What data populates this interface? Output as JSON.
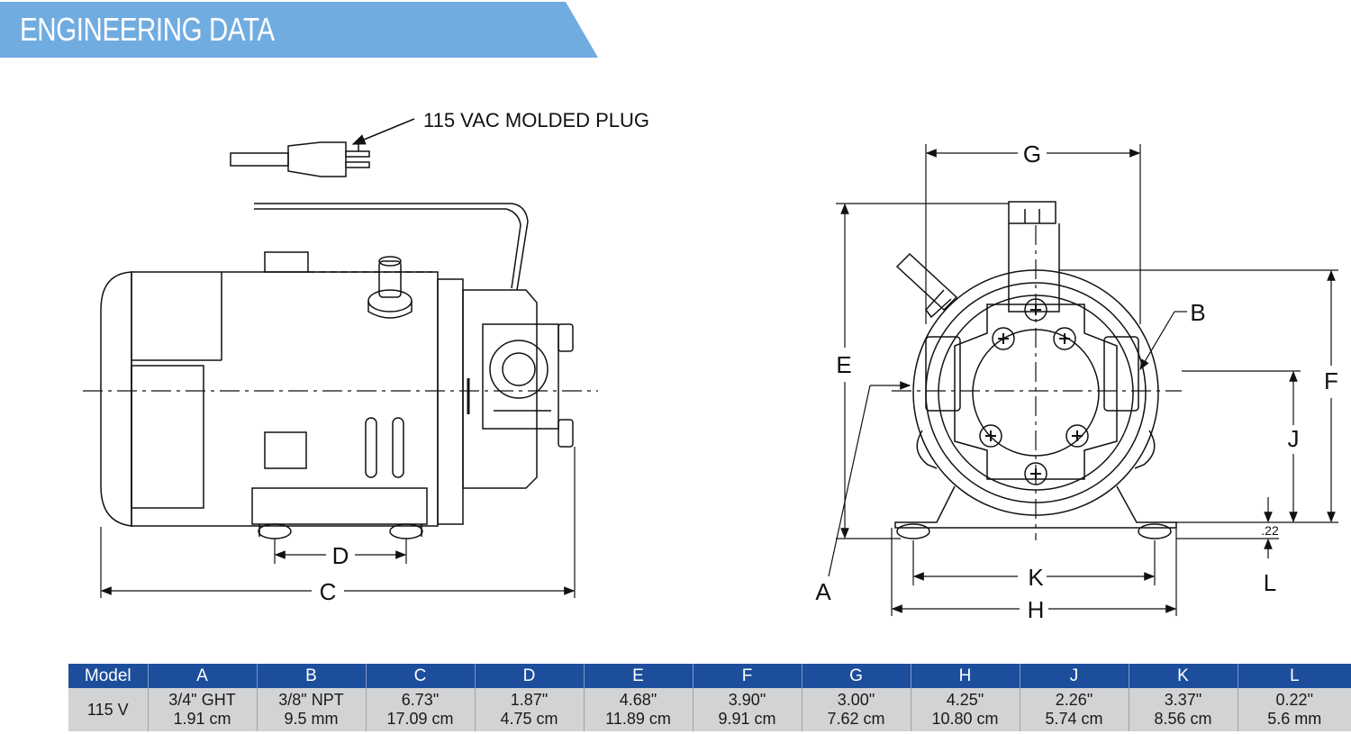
{
  "header": {
    "title": "ENGINEERING DATA"
  },
  "diagram": {
    "plug_label": "115 VAC MOLDED PLUG",
    "side_view_labels": [
      "D",
      "C"
    ],
    "front_view_labels": [
      "G",
      "E",
      "B",
      "F",
      "J",
      "A",
      "K",
      "H",
      "L",
      ".22"
    ]
  },
  "table": {
    "headers": [
      "Model",
      "A",
      "B",
      "C",
      "D",
      "E",
      "F",
      "G",
      "H",
      "J",
      "K",
      "L"
    ],
    "rows": [
      {
        "model": "115 V",
        "cells": [
          [
            "3/4\" GHT",
            "1.91 cm"
          ],
          [
            "3/8\" NPT",
            "9.5 mm"
          ],
          [
            "6.73\"",
            "17.09 cm"
          ],
          [
            "1.87\"",
            "4.75 cm"
          ],
          [
            "4.68\"",
            "11.89 cm"
          ],
          [
            "3.90\"",
            "9.91 cm"
          ],
          [
            "3.00\"",
            "7.62 cm"
          ],
          [
            "4.25\"",
            "10.80 cm"
          ],
          [
            "2.26\"",
            "5.74 cm"
          ],
          [
            "3.37\"",
            "8.56 cm"
          ],
          [
            "0.22\"",
            "5.6 mm"
          ]
        ]
      }
    ]
  },
  "colors": {
    "banner": "#71ace1",
    "table_header": "#1c4e9c",
    "table_body": "#d2d3d4"
  }
}
